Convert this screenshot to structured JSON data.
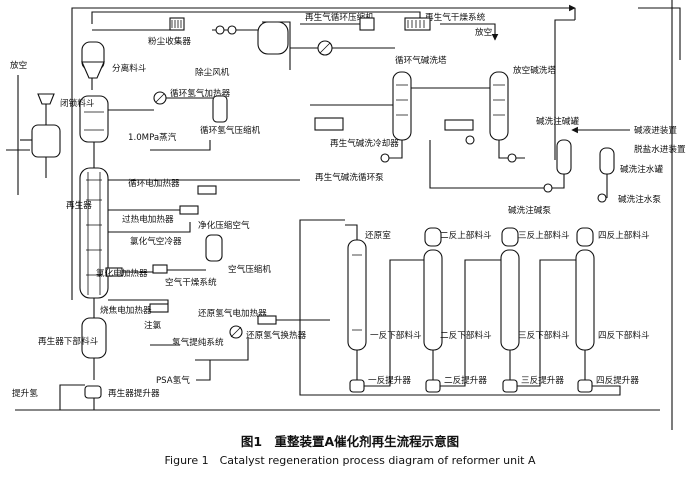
{
  "labels": {
    "vent_left": "放空",
    "vent_top": "放空",
    "separation_hopper": "分离料斗",
    "dust_collector": "粉尘收集器",
    "dust_fan": "除尘风机",
    "lock_hopper": "闭锁料斗",
    "regen": "再生器",
    "recycle_h2_heater": "循环氢气加热器",
    "recycle_h2_compressor": "循环氢气压缩机",
    "steam": "1.0MPa蒸汽",
    "regen_recycle_comp": "再生气循环压缩机",
    "regen_dryer": "再生气干燥系统",
    "recycle_caustic_tower": "循环气碱洗塔",
    "vent_caustic_tower": "放空碱洗塔",
    "regen_caustic_cooler": "再生气碱洗冷却器",
    "regen_caustic_pump": "再生气碱洗循环泵",
    "caustic_inlet": "碱液进装置",
    "caustic_tank": "碱洗注碱罐",
    "desalted_water_inlet": "脱盐水进装置",
    "water_tank": "碱洗注水罐",
    "caustic_pump": "碱洗注碱泵",
    "water_pump": "碱洗注水泵",
    "recycle_elec_heater": "循环电加热器",
    "overheat_heater": "过热电加热器",
    "chlor_air_cooler": "氯化气空冷器",
    "chlor_elec_heater": "氯化电加热器",
    "air_dryer": "空气干燥系统",
    "purified_air": "净化压缩空气",
    "air_compressor": "空气压缩机",
    "burn_heater": "烧焦电加热器",
    "reduction_h2_heater": "还原氢气电加热器",
    "inject_cl": "注氯",
    "h2_purify": "氢气提纯系统",
    "reduction_h2_exchanger": "还原氢气换热器",
    "psa_h2": "PSA氢气",
    "regen_lower_hopper": "再生器下部料斗",
    "lift_h2": "提升氢",
    "regen_lifter": "再生器提升器",
    "reduction_chamber": "还原室",
    "r1_lower": "一反下部料斗",
    "r1_lifter": "一反提升器",
    "r2_upper": "二反上部料斗",
    "r2_lower": "二反下部料斗",
    "r2_lifter": "二反提升器",
    "r3_upper": "三反上部料斗",
    "r3_lower": "三反下部料斗",
    "r3_lifter": "三反提升器",
    "r4_upper": "四反上部料斗",
    "r4_lower": "四反下部料斗",
    "r4_lifter": "四反提升器"
  },
  "caption": {
    "cn": "图1　重整装置A催化剂再生流程示意图",
    "en": "Figure 1　Catalyst regeneration process diagram of reformer unit A"
  },
  "colors": {
    "line": "#111111",
    "background": "#ffffff"
  }
}
